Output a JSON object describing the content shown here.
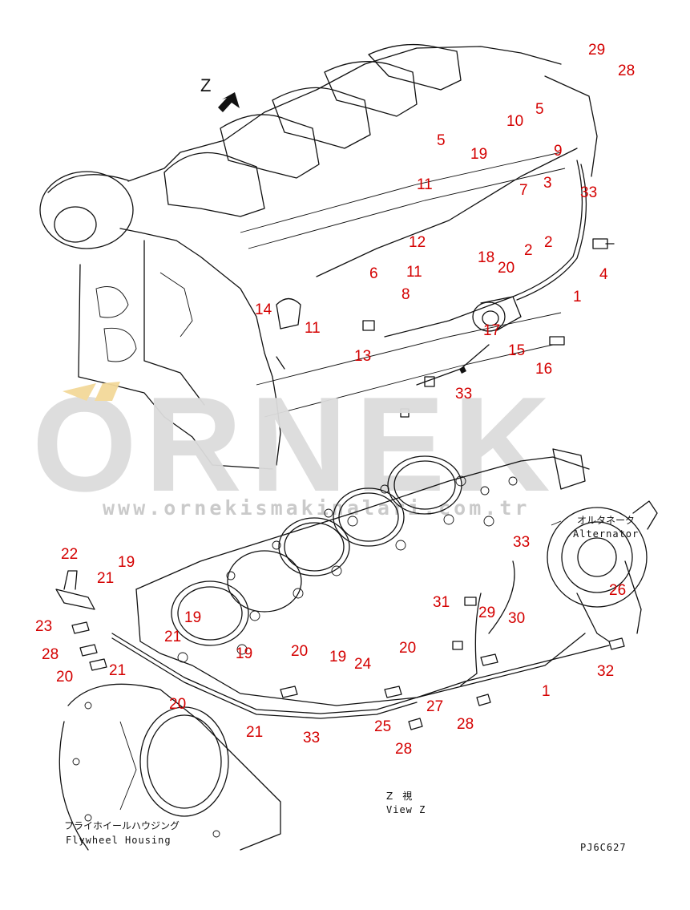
{
  "view_marker": "Z",
  "labels": {
    "flywheel_jp": "フライホイールハウジング",
    "flywheel_en": "Flywheel Housing",
    "alternator_jp": "オルタネータ",
    "alternator_en": "Alternator",
    "view_jp": "Z　視",
    "view_en": "View Z",
    "drawing_code": "PJ6C627"
  },
  "watermark": {
    "brand": "ORNEK",
    "url": "www.ornekismakinalari.com.tr"
  },
  "callouts_top": [
    "29",
    "28",
    "5",
    "10",
    "9",
    "19",
    "5",
    "7",
    "3",
    "33",
    "11",
    "2",
    "2",
    "12",
    "4",
    "18",
    "20",
    "11",
    "6",
    "1",
    "14",
    "8",
    "11",
    "17",
    "13",
    "15",
    "16",
    "33"
  ],
  "callouts_bottom": [
    "22",
    "19",
    "21",
    "23",
    "19",
    "21",
    "28",
    "19",
    "21",
    "20",
    "20",
    "20",
    "33",
    "26",
    "31",
    "29",
    "30",
    "19",
    "20",
    "24",
    "32",
    "1",
    "27",
    "21",
    "33",
    "25",
    "28",
    "28"
  ],
  "colors": {
    "callout": "#d40000",
    "linework": "#111111",
    "watermark": "#dcdcdc",
    "watermark_accent": "#f3d999"
  }
}
